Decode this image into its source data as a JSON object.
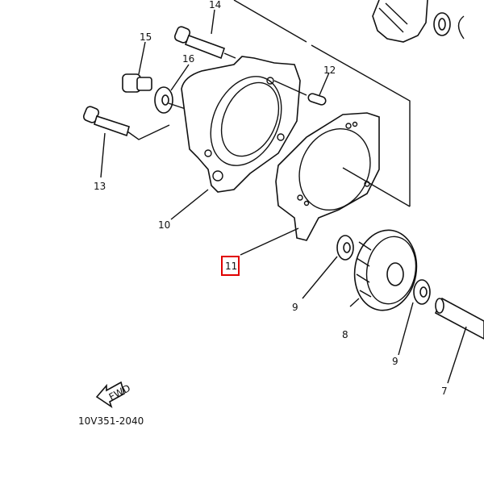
{
  "diagram": {
    "callouts": [
      "14",
      "15",
      "16",
      "12",
      "13",
      "10",
      "11",
      "9",
      "8",
      "9",
      "7"
    ],
    "highlighted_callout": "11",
    "highlight_color": "#e00000",
    "fwd_label": "FWD",
    "part_code": "10V351-2040"
  }
}
